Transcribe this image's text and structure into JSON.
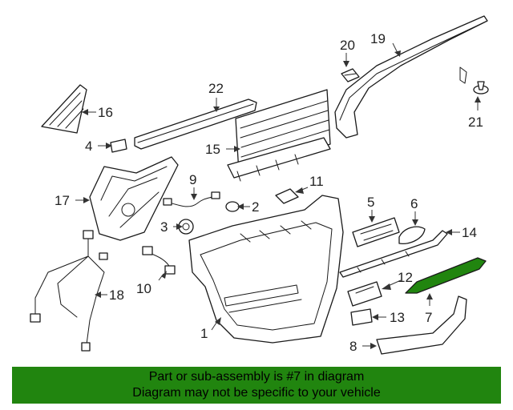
{
  "diagram": {
    "highlight_color": "#21850f",
    "callouts": [
      {
        "part": "part-1",
        "label": "1"
      },
      {
        "part": "part-2",
        "label": "2"
      },
      {
        "part": "part-3",
        "label": "3"
      },
      {
        "part": "part-4",
        "label": "4"
      },
      {
        "part": "part-5",
        "label": "5"
      },
      {
        "part": "part-6",
        "label": "6"
      },
      {
        "part": "part-7",
        "label": "7"
      },
      {
        "part": "part-8",
        "label": "8"
      },
      {
        "part": "part-9",
        "label": "9"
      },
      {
        "part": "part-10",
        "label": "10"
      },
      {
        "part": "part-11",
        "label": "11"
      },
      {
        "part": "part-12",
        "label": "12"
      },
      {
        "part": "part-13",
        "label": "13"
      },
      {
        "part": "part-14",
        "label": "14"
      },
      {
        "part": "part-15",
        "label": "15"
      },
      {
        "part": "part-16",
        "label": "16"
      },
      {
        "part": "part-17",
        "label": "17"
      },
      {
        "part": "part-18",
        "label": "18"
      },
      {
        "part": "part-19",
        "label": "19"
      },
      {
        "part": "part-20",
        "label": "20"
      },
      {
        "part": "part-21",
        "label": "21"
      },
      {
        "part": "part-22",
        "label": "22"
      }
    ]
  },
  "footer": {
    "line1": "Part or sub-assembly is #7 in diagram",
    "line2": "Diagram may not be specific to your vehicle",
    "background": "#21850f"
  }
}
